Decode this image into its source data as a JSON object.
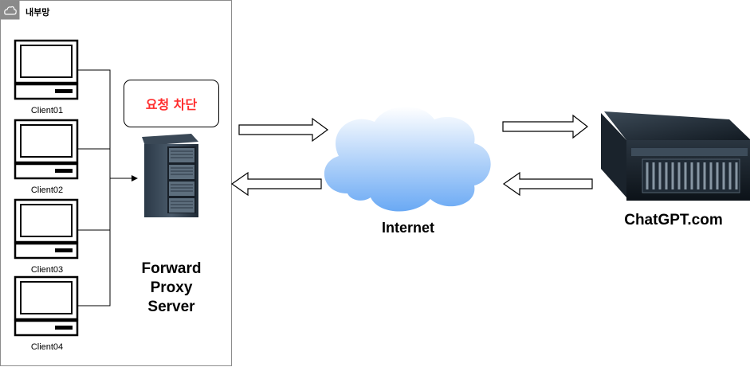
{
  "group": {
    "label": "내부망",
    "icon": "cloud-icon"
  },
  "clients": [
    {
      "label": "Client01"
    },
    {
      "label": "Client02"
    },
    {
      "label": "Client03"
    },
    {
      "label": "Client04"
    }
  ],
  "block_note": {
    "text": "요청 차단",
    "color": "#ff2d2d"
  },
  "proxy": {
    "label": "Forward Proxy Server"
  },
  "internet": {
    "label": "Internet"
  },
  "target": {
    "label": "ChatGPT.com"
  },
  "colors": {
    "cloud_top": "#ffffff",
    "cloud_bottom": "#6aa9f4",
    "server_body": "#1d2a36",
    "stroke": "#000000"
  }
}
